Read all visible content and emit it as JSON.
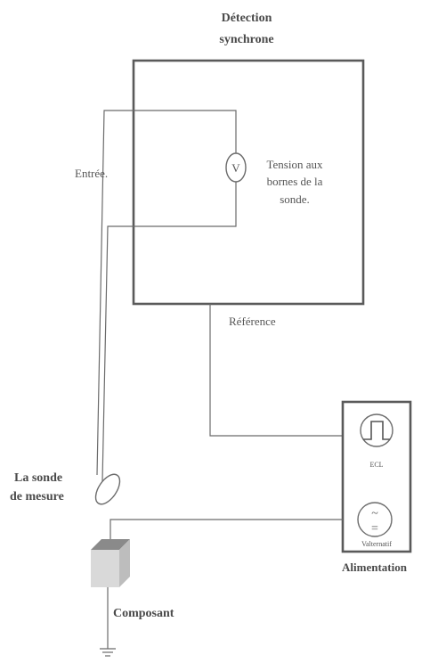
{
  "detection": {
    "title_line1": "Détection",
    "title_line2": "synchrone",
    "meter_symbol": "V",
    "voltage_line1": "Tension aux",
    "voltage_line2": "bornes de la",
    "voltage_line3": "sonde.",
    "input_label": "Entrée.",
    "reference_label": "Référence"
  },
  "probe": {
    "label_line1": "La sonde",
    "label_line2": "de mesure"
  },
  "supply": {
    "signal_label": "ECL",
    "ac_symbol": "~",
    "dc_symbol": "=",
    "switch_label": "Valternatif",
    "title": "Alimentation"
  },
  "component": {
    "label": "Composant"
  },
  "colors": {
    "line": "#6b6b6b",
    "box": "#5a5a5a",
    "text": "#555555",
    "component_face": "#d9d9d9",
    "component_top": "#8a8a8a",
    "component_side": "#bdbdbd"
  }
}
